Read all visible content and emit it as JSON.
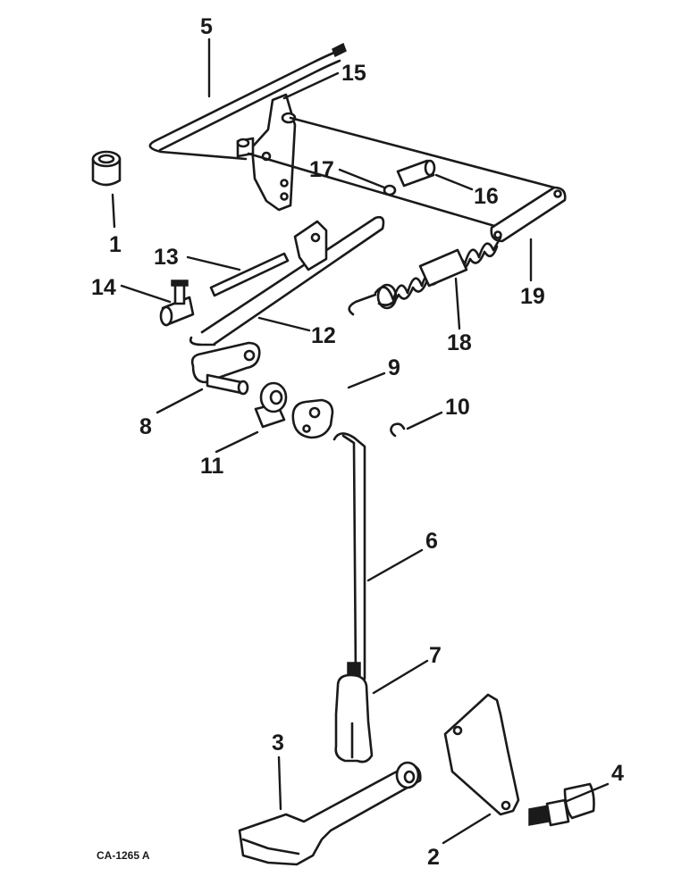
{
  "callouts": {
    "c1": "1",
    "c2": "2",
    "c3": "3",
    "c4": "4",
    "c5": "5",
    "c6": "6",
    "c7": "7",
    "c8": "8",
    "c9": "9",
    "c10": "10",
    "c11": "11",
    "c12": "12",
    "c13": "13",
    "c14": "14",
    "c15": "15",
    "c16": "16",
    "c17": "17",
    "c18": "18",
    "c19": "19"
  },
  "drawing_id": "CA-1265 A",
  "colors": {
    "ink": "#1a1a1a",
    "paper": "#ffffff"
  }
}
